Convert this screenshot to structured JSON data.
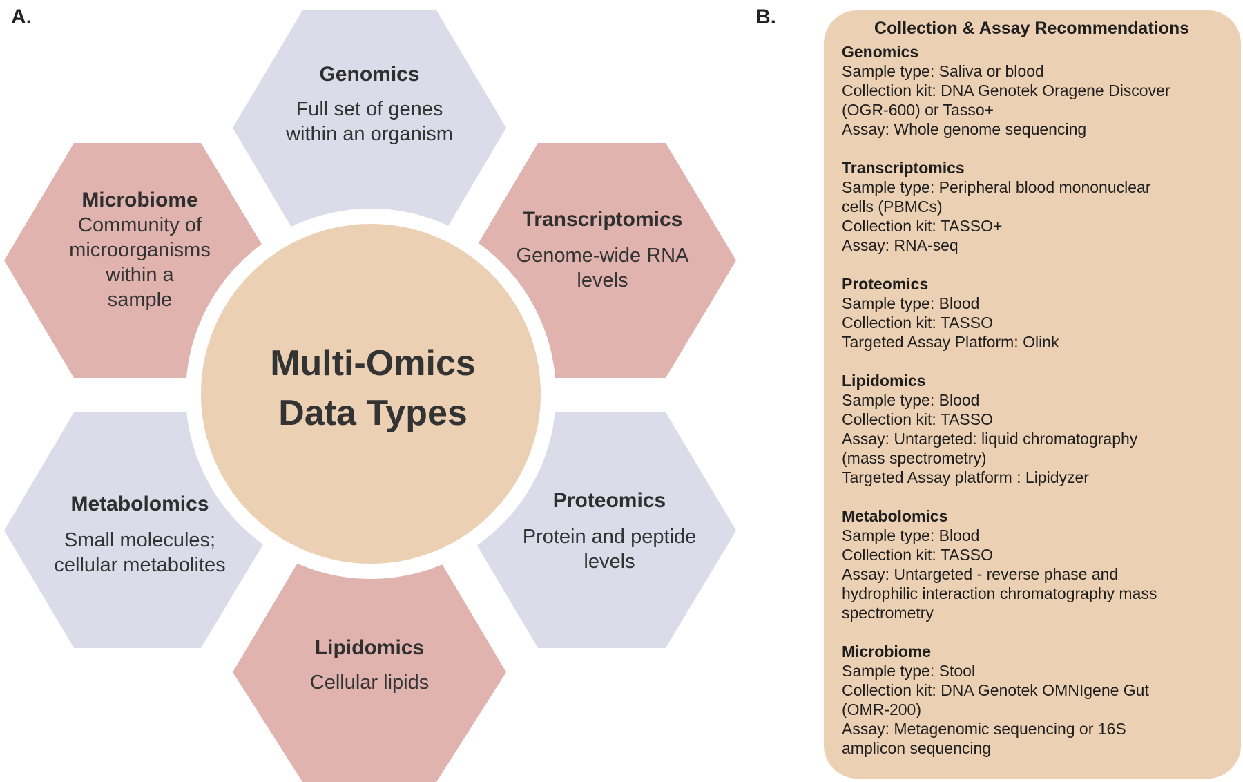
{
  "panel_a_label": "A.",
  "panel_b_label": "B.",
  "center": {
    "line1": "Multi-Omics",
    "line2": "Data Types"
  },
  "hexagons": [
    {
      "id": "genomics",
      "title": "Genomics",
      "desc": [
        "Full set of genes",
        "within an organism"
      ],
      "color": "#dcdbea"
    },
    {
      "id": "transcriptomics",
      "title": "Transcriptomics",
      "desc": [
        "Genome-wide RNA",
        "levels"
      ],
      "color": "#e1b3ae"
    },
    {
      "id": "proteomics",
      "title": "Proteomics",
      "desc": [
        "Protein and peptide",
        "levels"
      ],
      "color": "#dcdbea"
    },
    {
      "id": "lipidomics",
      "title": "Lipidomics",
      "desc": [
        "Cellular lipids"
      ],
      "color": "#e1b3ae"
    },
    {
      "id": "metabolomics",
      "title": "Metabolomics",
      "desc": [
        "Small molecules;",
        "cellular metabolites"
      ],
      "color": "#dcdbea"
    },
    {
      "id": "microbiome",
      "title": "Microbiome",
      "desc": [
        "Community of",
        "microorganisms",
        "within a",
        "sample"
      ],
      "color": "#e1b3ae"
    }
  ],
  "circle_color": "#ebd0b3",
  "recommendations": {
    "title": "Collection & Assay Recommendations",
    "sections": [
      {
        "heading": "Genomics",
        "lines": [
          "Sample type: Saliva or blood",
          "Collection kit: DNA Genotek Oragene Discover",
          "(OGR-600) or Tasso+",
          "Assay: Whole genome sequencing"
        ]
      },
      {
        "heading": "Transcriptomics",
        "lines": [
          "Sample type: Peripheral blood mononuclear",
          "cells (PBMCs)",
          "Collection kit: TASSO+",
          "Assay: RNA-seq"
        ]
      },
      {
        "heading": "Proteomics",
        "lines": [
          "Sample type: Blood",
          "Collection kit: TASSO",
          "Targeted Assay Platform: Olink"
        ]
      },
      {
        "heading": "Lipidomics",
        "lines": [
          "Sample type: Blood",
          "Collection kit: TASSO",
          "Assay: Untargeted: liquid chromatography",
          "(mass spectrometry)",
          "Targeted Assay platform : Lipidyzer"
        ]
      },
      {
        "heading": "Metabolomics",
        "lines": [
          "Sample type: Blood",
          "Collection kit: TASSO",
          "Assay: Untargeted - reverse phase and",
          "hydrophilic interaction chromatography mass",
          "spectrometry"
        ]
      },
      {
        "heading": "Microbiome",
        "lines": [
          "Sample type: Stool",
          "Collection kit: DNA Genotek OMNIgene Gut",
          "(OMR-200)",
          "Assay: Metagenomic sequencing or 16S",
          "amplicon sequencing"
        ]
      }
    ]
  }
}
